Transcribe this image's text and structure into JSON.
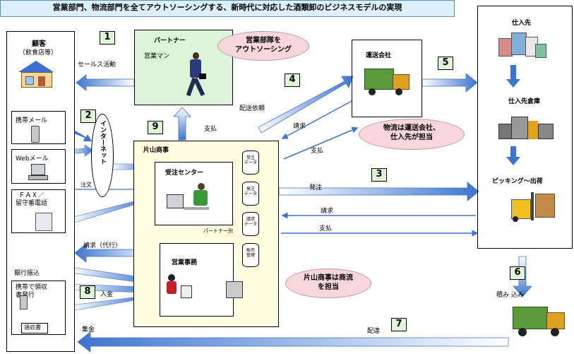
{
  "title": "営業部門、物流部門を全てアウトソーシングする、新時代に対応した酒類卸のビジネスモデルの実現",
  "customer": {
    "title": "顧客",
    "subtitle": "（飲食店等）",
    "mobile_mail": "携帯メール",
    "web_mail": "Webメール",
    "fax": "ＦＡＸ／\n留守番電話",
    "mobile_receipt": "携帯で領収\n書発行",
    "receipt": "領収書"
  },
  "partner": {
    "title": "パートナー",
    "role": "営業マン"
  },
  "katayama": {
    "title": "片山商事",
    "order_center": "受注センター",
    "sales_office": "営業事務",
    "partner_note": "パートナー別"
  },
  "transport": {
    "title": "運送会社"
  },
  "supplier": {
    "title": "仕入先",
    "warehouse": "仕入先倉庫",
    "picking": "ピッキング～出荷"
  },
  "internet": "インターネット",
  "clouds": {
    "outsourcing": "営業部隊を\nアウトソーシング",
    "logistics": "物流は運送会社、\n仕入先が担当",
    "commerce": "片山商事は商流\nを担当"
  },
  "databases": [
    "受注\nデータ",
    "発注\nデータ",
    "請求\nデータ",
    "販売\n管理"
  ],
  "labels": {
    "sales_activity": "セールス活動",
    "delivery_request": "配送依頼",
    "billing_transport": "請求",
    "payment_transport": "支払",
    "payment_partner": "支払",
    "order": "発注",
    "billing_supplier": "請求",
    "payment_supplier": "支払",
    "billing_agent": "請求（代行）",
    "bank_transfer": "銀行振込",
    "deposit": "入金",
    "cash": "集金",
    "delivery": "配達",
    "loading": "積み 込み",
    "order_flow": "注文"
  },
  "numbers": [
    "1",
    "2",
    "3",
    "4",
    "5",
    "6",
    "7",
    "8",
    "9"
  ],
  "colors": {
    "title_bg": "#dcefff",
    "number_bg": "#dff5d8",
    "partner_bg": "#dcf5d8",
    "katayama_bg": "#fffde0",
    "cloud": "#f7d6dc",
    "arrow": "#4a7fd0"
  }
}
